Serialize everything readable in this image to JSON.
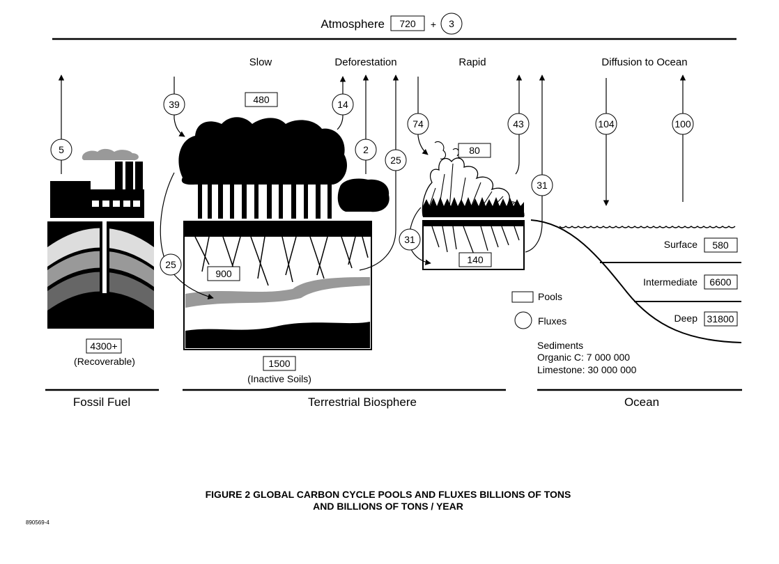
{
  "atmosphere": {
    "label": "Atmosphere",
    "pool": "720",
    "plus": "+",
    "flux": "3"
  },
  "headers": {
    "slow": "Slow",
    "deforestation": "Deforestation",
    "rapid": "Rapid",
    "diffusion": "Diffusion to Ocean"
  },
  "fluxes": {
    "fossil": "5",
    "slow_down": "39",
    "slow_up": "14",
    "defor_2": "2",
    "defor_25": "25",
    "rapid_down": "74",
    "rapid_up": "43",
    "rapid_31_up": "31",
    "ocean_down": "104",
    "ocean_up": "100",
    "roots_25": "25",
    "roots_31": "31"
  },
  "pools": {
    "forest": "480",
    "plants": "80",
    "soil_active": "900",
    "soil_rapid": "140",
    "fossil": "4300+",
    "inactive_soils": "1500",
    "surface": "580",
    "intermediate": "6600",
    "deep": "31800"
  },
  "notes": {
    "recoverable": "(Recoverable)",
    "inactive": "(Inactive Soils)",
    "surface": "Surface",
    "intermediate": "Intermediate",
    "deep": "Deep"
  },
  "legend": {
    "pools": "Pools",
    "fluxes": "Fluxes"
  },
  "sediments": {
    "title": "Sediments",
    "organic": "Organic C: 7 000 000",
    "limestone": "Limestone: 30 000 000"
  },
  "sections": {
    "fossil": "Fossil Fuel",
    "terrestrial": "Terrestrial Biosphere",
    "ocean": "Ocean"
  },
  "caption": {
    "line1": "FIGURE 2   GLOBAL CARBON CYCLE POOLS AND FLUXES BILLIONS OF TONS",
    "line2": "AND BILLIONS OF TONS / YEAR"
  },
  "code": "890569-4"
}
